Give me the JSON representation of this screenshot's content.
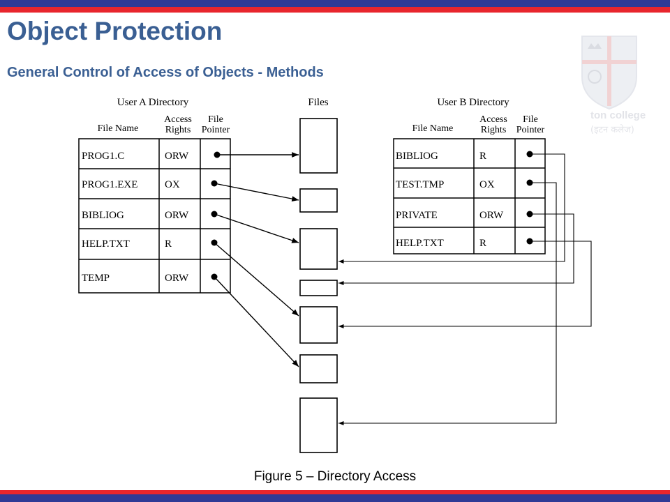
{
  "slide": {
    "title": "Object Protection",
    "subtitle": "General Control of Access of Objects - Methods",
    "caption": "Figure 5 – Directory Access"
  },
  "colors": {
    "top_band": "#2f3a96",
    "accent_red": "#e8262d",
    "title_text": "#3a5f93"
  },
  "watermark": {
    "text_line1": "ton college",
    "text_line2": "(इटन कलेज)"
  },
  "diagram": {
    "user_a": {
      "label": "User A Directory",
      "headers": {
        "file_name": "File Name",
        "access_rights": "Access\nRights",
        "file_pointer": "File\nPointer"
      },
      "rows": [
        {
          "name": "PROG1.C",
          "rights": "ORW"
        },
        {
          "name": "PROG1.EXE",
          "rights": "OX"
        },
        {
          "name": "BIBLIOG",
          "rights": "ORW"
        },
        {
          "name": "HELP.TXT",
          "rights": "R"
        },
        {
          "name": "TEMP",
          "rights": "ORW"
        }
      ]
    },
    "files_label": "Files",
    "user_b": {
      "label": "User B Directory",
      "headers": {
        "file_name": "File Name",
        "access_rights": "Access\nRights",
        "file_pointer": "File\nPointer"
      },
      "rows": [
        {
          "name": "BIBLIOG",
          "rights": "R"
        },
        {
          "name": "TEST.TMP",
          "rights": "OX"
        },
        {
          "name": "PRIVATE",
          "rights": "ORW"
        },
        {
          "name": "HELP.TXT",
          "rights": "R"
        }
      ]
    }
  }
}
